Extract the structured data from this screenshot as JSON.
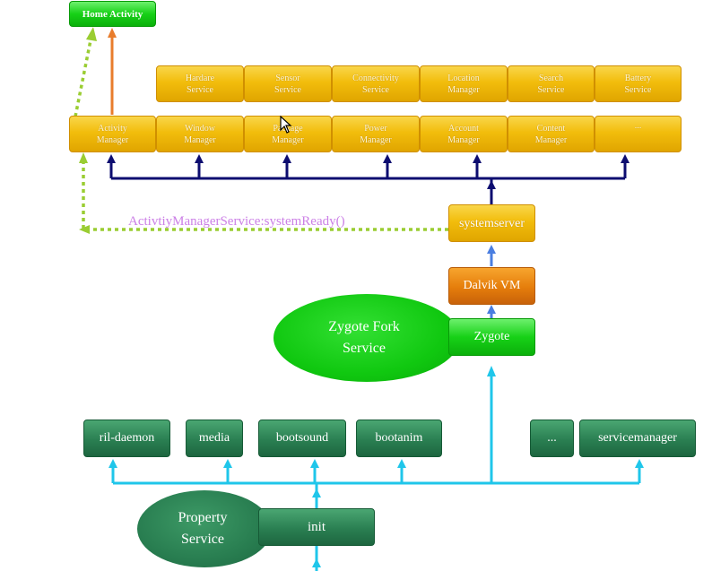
{
  "home_activity": "Home Activity",
  "top_services": [
    [
      "Hardare",
      "Service"
    ],
    [
      "Sensor",
      "Service"
    ],
    [
      "Connectivity",
      "Service"
    ],
    [
      "Location",
      "Manager"
    ],
    [
      "Search",
      "Service"
    ],
    [
      "Battery",
      "Service"
    ]
  ],
  "managers": [
    [
      "Activity",
      "Manager"
    ],
    [
      "Window",
      "Manager"
    ],
    [
      "Package",
      "Manager"
    ],
    [
      "Power",
      "Manager"
    ],
    [
      "Account",
      "Manager"
    ],
    [
      "Content",
      "Manager"
    ],
    [
      "...",
      ""
    ]
  ],
  "system_ready_call": "ActivtiyManagerService:systemReady()",
  "systemserver": "systemserver",
  "dalvik": "Dalvik VM",
  "zygote_fork": [
    "Zygote Fork",
    "Service"
  ],
  "zygote": "Zygote",
  "daemons": [
    "ril-daemon",
    "media",
    "bootsound",
    "bootanim",
    "...",
    "servicemanager"
  ],
  "property_service": [
    "Property",
    "Service"
  ],
  "init": "init",
  "colors": {
    "yellow": "#f2bd0c",
    "orange": "#e57d0b",
    "green": "#17d117",
    "dark_green": "#2a7f52",
    "navy_arrow": "#0d0d70",
    "blue_arrow": "#4a7ee0",
    "cyan_arrow": "#1fc6ea",
    "dotted_green": "#9acd32",
    "orange_arrow": "#e87c2c",
    "call_text": "#cc80e6"
  }
}
